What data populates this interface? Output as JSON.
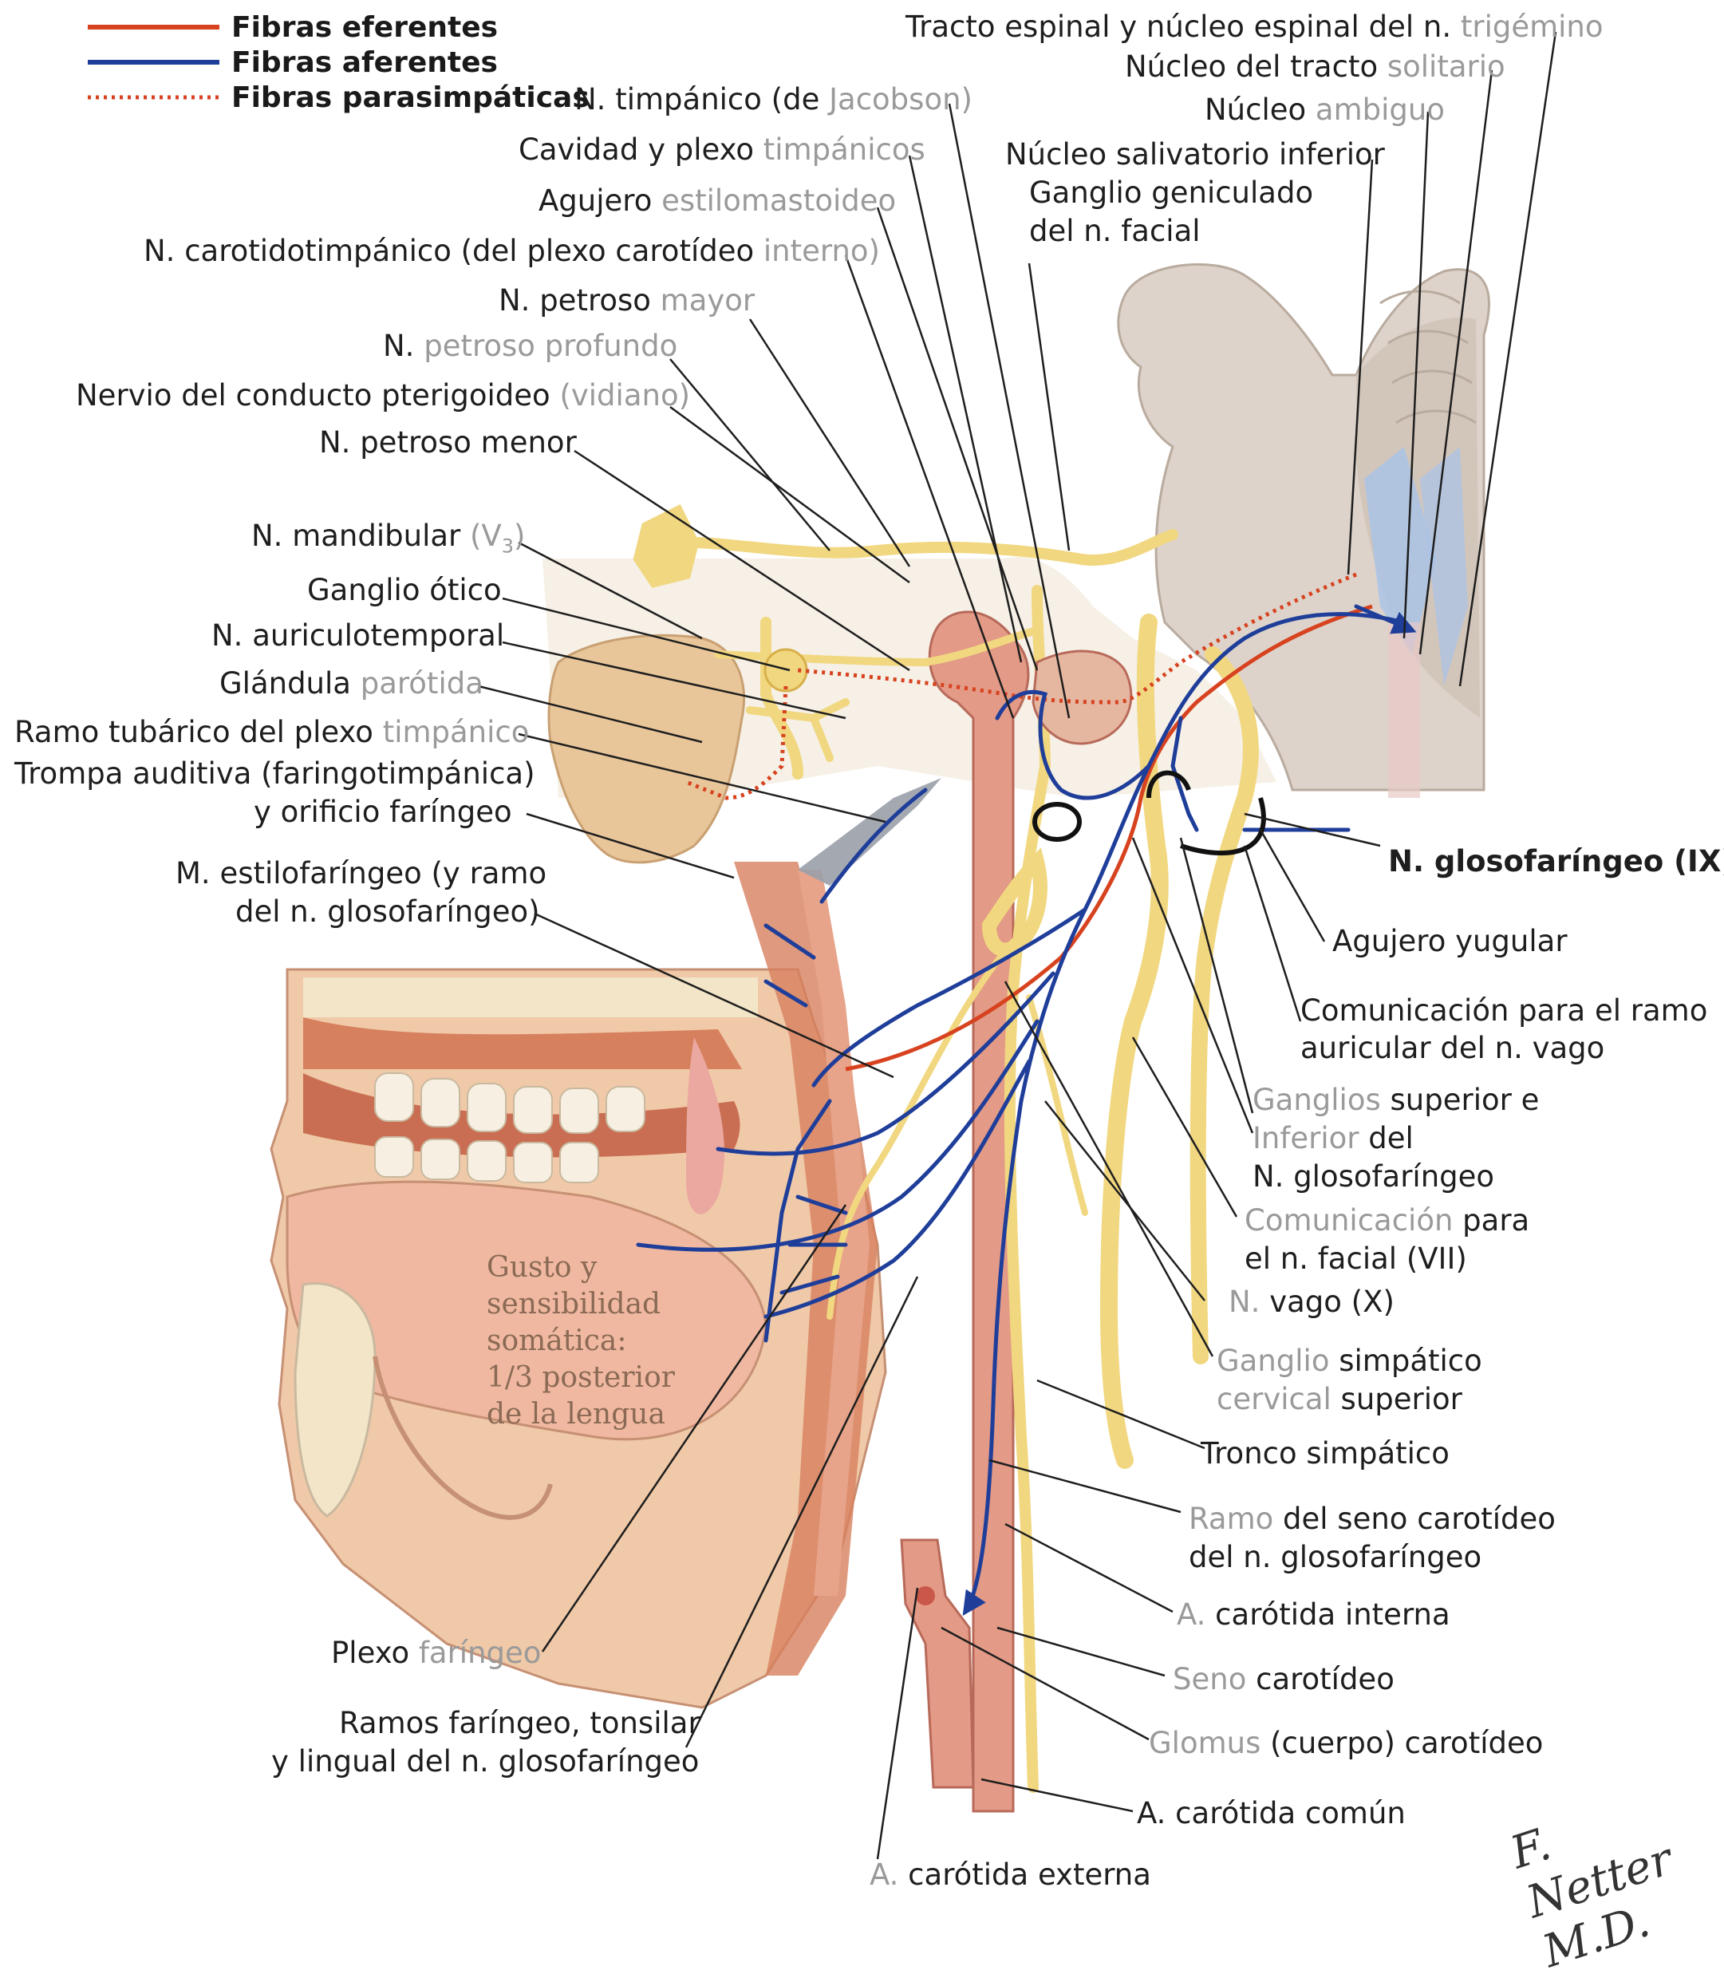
{
  "legend": {
    "efferent": "Fibras eferentes",
    "afferent": "Fibras aferentes",
    "parasympathetic": "Fibras parasimpáticas"
  },
  "colors": {
    "efferent": "#d7421f",
    "afferent": "#1f3e9a",
    "parasympathetic": "#d7421f",
    "nerve": "#f1d780",
    "artery": "#e39a86",
    "tissue": "#f0c9a8",
    "muscle": "#d7805e",
    "bone": "#f3e6c8",
    "brainstem": "#ddd3cb",
    "grey_text": "#9a9a9a"
  },
  "labels_right": {
    "trigemino_a": "Tracto espinal y núcleo espinal del n. ",
    "trigemino_b": "trigémino",
    "solitario_a": "Núcleo del tracto ",
    "solitario_b": "solitario",
    "ambiguo_a": "Núcleo ",
    "ambiguo_b": "ambiguo",
    "salivatorio": "Núcleo salivatorio inferior",
    "geniculado_1": "Ganglio geniculado",
    "geniculado_2": "del n. facial",
    "glosofaringeo": "N. glosofaríngeo (IX)",
    "yugular": "Agujero yugular",
    "auricular_1": "Comunicación para el ramo",
    "auricular_2": "auricular del n. vago",
    "ganglios_a": "Ganglios",
    "ganglios_b": " superior e",
    "ganglios_c": "Inferior",
    "ganglios_d": " del",
    "ganglios_e": "N. glosofaríngeo",
    "com_facial_a": "Comunicación",
    "com_facial_b": " para",
    "com_facial_c": "el n. facial (VII)",
    "vago_a": "N.",
    "vago_b": " vago (X)",
    "simpatico_a": "Ganglio",
    "simpatico_b": " simpático",
    "simpatico_c": "cervical",
    "simpatico_d": " superior",
    "tronco": "Tronco simpático",
    "seno_ramo_a": "Ramo",
    "seno_ramo_b": " del seno carotídeo",
    "seno_ramo_c": "del n. glosofaríngeo",
    "carotida_int_a": "A.",
    "carotida_int_b": " carótida interna",
    "seno_a": "Seno",
    "seno_b": " carotídeo",
    "glomus_a": "Glomus",
    "glomus_b": " (cuerpo) carotídeo",
    "carotida_com": "A. carótida común",
    "carotida_ext_a": "A.",
    "carotida_ext_b": " carótida externa"
  },
  "labels_left": {
    "timpanico_a": "N. timpánico (de ",
    "timpanico_b": "Jacobson)",
    "cavidad_a": "Cavidad y plexo ",
    "cavidad_b": "timpánicos",
    "agujero_a": "Agujero ",
    "agujero_b": "estilomastoideo",
    "carotidotimp_a": "N. carotidotimpánico (del plexo carotídeo ",
    "carotidotimp_b": "interno)",
    "petroso_mayor_a": "N. petroso ",
    "petroso_mayor_b": "mayor",
    "petroso_prof_a": "N. ",
    "petroso_prof_b": "petroso profundo",
    "vidiano_a": "Nervio del conducto pterigoideo ",
    "vidiano_b": "(vidiano)",
    "petroso_menor": "N. petroso menor",
    "mandibular_a": "N. mandibular ",
    "mandibular_b": "(V",
    "mandibular_sub": "3",
    "mandibular_c": ")",
    "otico": "Ganglio ótico",
    "auriculotemporal": "N. auriculotemporal",
    "parotida_a": "Glándula ",
    "parotida_b": "parótida",
    "tubarico_a": "Ramo tubárico del plexo ",
    "tubarico_b": "timpánico",
    "trompa_1": "Trompa auditiva (faringotimpánica)",
    "trompa_2": "y orificio faríngeo",
    "estilofaringeo_1": "M. estilofaríngeo (y ramo",
    "estilofaringeo_2": "del n. glosofaríngeo)",
    "plexo_faringeo_a": "Plexo ",
    "plexo_faringeo_b": "faríngeo",
    "ramos_1": "Ramos faríngeo, tonsilar",
    "ramos_2": "y lingual del n. glosofaríngeo"
  },
  "tongue_text": [
    "Gusto y",
    "sensibilidad",
    "somática:",
    "1/3 posterior",
    "de la lengua"
  ],
  "signature": "F. Netter M.D."
}
